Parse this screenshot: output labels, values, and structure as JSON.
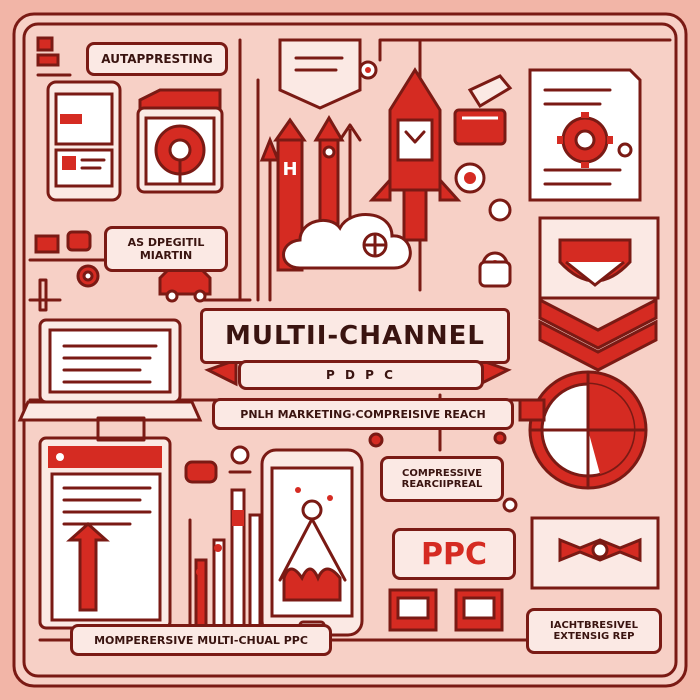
{
  "labels": {
    "top": "AUTAPPRESTING",
    "left_top": "AS DPEGITIL",
    "left_bottom": "MIARTIN",
    "banner_title": "MULTII-CHANNEL",
    "banner_sub": "P D P C",
    "marketing_line": "PNLH MARKETING·COMPREISIVE REACH",
    "compre_top": "COMPRESSIVE",
    "compre_bottom": "REARCIIPREAL",
    "ppc": "PPC",
    "bottom_left": "MOMPERERSIVE MULTI-CHUAL PPC",
    "bottom_right_top": "IACHTBRESIVEL",
    "bottom_right_bottom": "EXTENSIG REP"
  },
  "colors": {
    "background": "#f2b5a7",
    "panel": "#fbe9e4",
    "red": "#d52b22",
    "dark": "#7a1a14"
  }
}
